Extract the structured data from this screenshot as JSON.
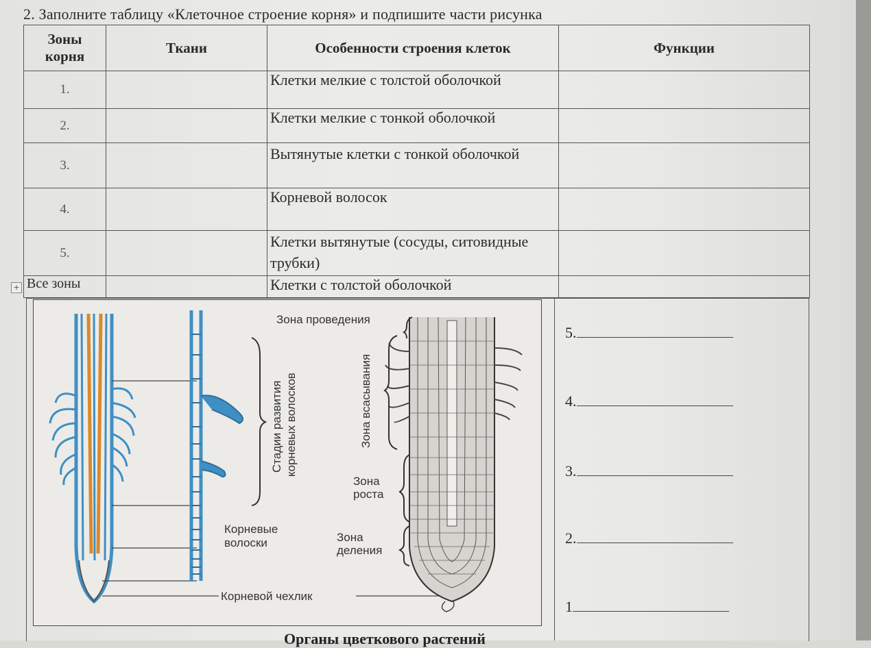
{
  "task": {
    "title": "2. Заполните таблицу «Клеточное строение корня» и подпишите  части рисунка"
  },
  "table": {
    "headers": [
      "Зоны корня",
      "Ткани",
      "Особенности строения клеток",
      "Функции"
    ],
    "rows": [
      {
        "zone": "1.",
        "tissue": "",
        "features": "Клетки мелкие с толстой оболочкой",
        "function": ""
      },
      {
        "zone": "2.",
        "tissue": "",
        "features": "Клетки мелкие с тонкой оболочкой",
        "function": ""
      },
      {
        "zone": "3.",
        "tissue": "",
        "features": "Вытянутые клетки с тонкой оболочкой",
        "function": ""
      },
      {
        "zone": "4.",
        "tissue": "",
        "features": "Корневой волосок",
        "function": ""
      },
      {
        "zone": "5.",
        "tissue": "",
        "features": "Клетки вытянутые (сосуды, ситовидные трубки)",
        "function": ""
      },
      {
        "zone": "Все зоны",
        "tissue": "",
        "features": "Клетки с толстой оболочкой",
        "function": ""
      }
    ]
  },
  "figure": {
    "labels": {
      "conduction_zone": "Зона проведения",
      "absorption_zone": "Зона всасывания",
      "growth_zone_1": "Зона",
      "growth_zone_2": "роста",
      "division_zone_1": "Зона",
      "division_zone_2": "деления",
      "hair_stages_1": "Стадии развития",
      "hair_stages_2": "корневых волосков",
      "root_hairs_1": "Корневые",
      "root_hairs_2": "волоски",
      "root_cap": "Корневой чехлик"
    }
  },
  "answer_lines": [
    "5.",
    "4.",
    "3.",
    "2.",
    "1"
  ],
  "bottom_text": "Органы цветкового растений",
  "colors": {
    "blue": "#3f8fc4",
    "orange": "#d88a2a",
    "ink": "#333333"
  }
}
